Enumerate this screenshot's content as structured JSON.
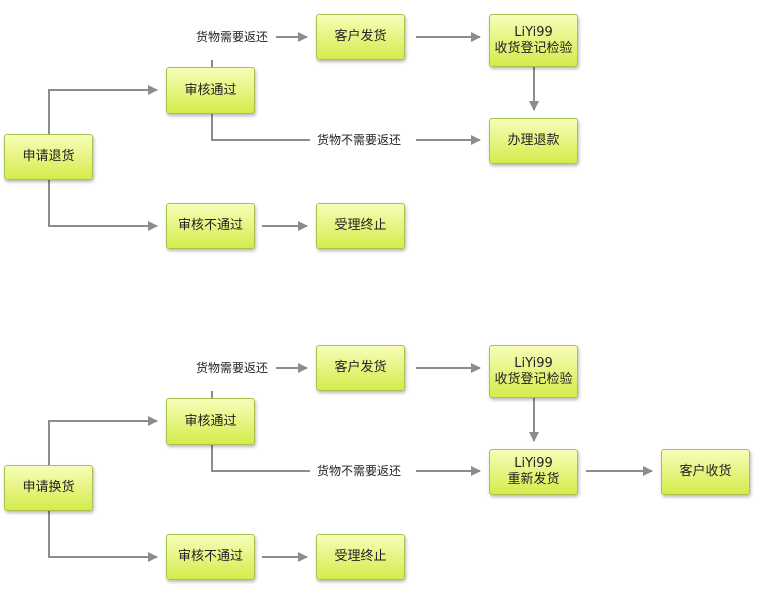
{
  "return_flow": {
    "start": "申请退货",
    "approved": "审核通过",
    "rejected": "审核不通过",
    "goods_return_label": "货物需要返还",
    "customer_ship": "客户发货",
    "inspect_line1": "LiYi99",
    "inspect_line2": "收货登记检验",
    "no_return_label": "货物不需要返还",
    "refund": "办理退款",
    "terminate": "受理终止"
  },
  "exchange_flow": {
    "start": "申请换货",
    "approved": "审核通过",
    "rejected": "审核不通过",
    "goods_return_label": "货物需要返还",
    "customer_ship": "客户发货",
    "inspect_line1": "LiYi99",
    "inspect_line2": "收货登记检验",
    "no_return_label": "货物不需要返还",
    "reship_line1": "LiYi99",
    "reship_line2": "重新发货",
    "customer_receive": "客户收货",
    "terminate": "受理终止"
  },
  "colors": {
    "node_fill_top": "#f7fdb8",
    "node_fill_bottom": "#d5eb4b",
    "node_border": "#a9c24f",
    "arrow": "#8c8c8c"
  }
}
